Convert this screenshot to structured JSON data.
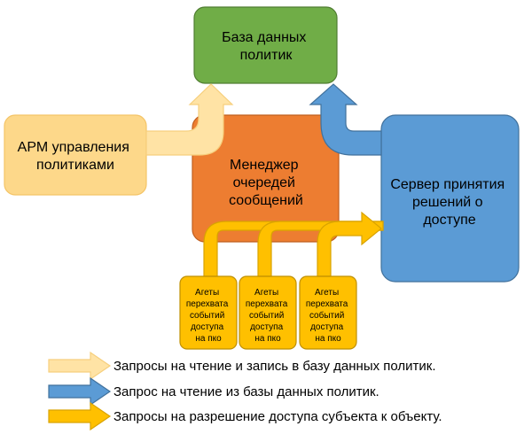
{
  "colors": {
    "db_fill": "#70ad47",
    "db_stroke": "#507e32",
    "arm_fill": "#fdd88a",
    "arm_stroke": "#f4c467",
    "manager_fill": "#ed7d31",
    "manager_stroke": "#c05f1f",
    "server_fill": "#5b9bd5",
    "server_stroke": "#41719c",
    "agent_fill": "#ffc000",
    "agent_stroke": "#bf8f00",
    "arrow_light": "#ffe3a5",
    "arrow_light_stroke": "#f6cf7d",
    "arrow_blue": "#5b9bd5",
    "arrow_blue_stroke": "#41719c",
    "arrow_gold": "#ffc000",
    "arrow_gold_stroke": "#d9a300"
  },
  "nodes": {
    "db": {
      "lines": [
        "База данных",
        "политик"
      ]
    },
    "arm": {
      "lines": [
        "АРМ управления",
        "политиками"
      ]
    },
    "manager": {
      "lines": [
        "Менеджер",
        "очередей",
        "сообщений"
      ]
    },
    "server": {
      "lines": [
        "Сервер принятия",
        "решений о",
        "доступе"
      ]
    },
    "agents": [
      {
        "lines": [
          "Агеты",
          "перехвата",
          "событий",
          "доступа",
          "на пко"
        ]
      },
      {
        "lines": [
          "Агеты",
          "перехвата",
          "событий",
          "доступа",
          "на пко"
        ]
      },
      {
        "lines": [
          "Агеты",
          "перехвата",
          "событий",
          "доступа",
          "на пко"
        ]
      }
    ]
  },
  "legend": [
    {
      "kind": "light",
      "label": "Запросы на чтение и запись в базу данных политик."
    },
    {
      "kind": "blue",
      "label": "Запрос на чтение из базы данных политик."
    },
    {
      "kind": "gold",
      "label": "Запросы на разрешение доступа субъекта к объекту."
    }
  ]
}
